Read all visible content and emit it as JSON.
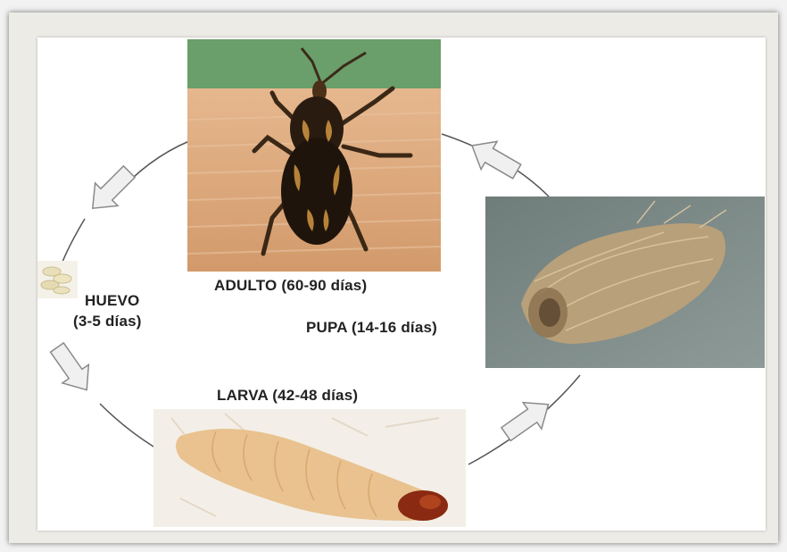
{
  "diagram": {
    "stages": {
      "adult": {
        "label": "ADULTO (60-90 días)"
      },
      "egg": {
        "label_line1": "HUEVO",
        "label_line2": "(3-5 días)"
      },
      "pupa": {
        "label": "PUPA (14-16 días)"
      },
      "larva": {
        "label": "LARVA (42-48 días)"
      }
    },
    "colors": {
      "frame": "#ecebe6",
      "arrow_fill": "#f0f0f0",
      "arrow_stroke": "#8a8a8a",
      "cycle_line": "#555555",
      "label_text": "#222222"
    }
  }
}
